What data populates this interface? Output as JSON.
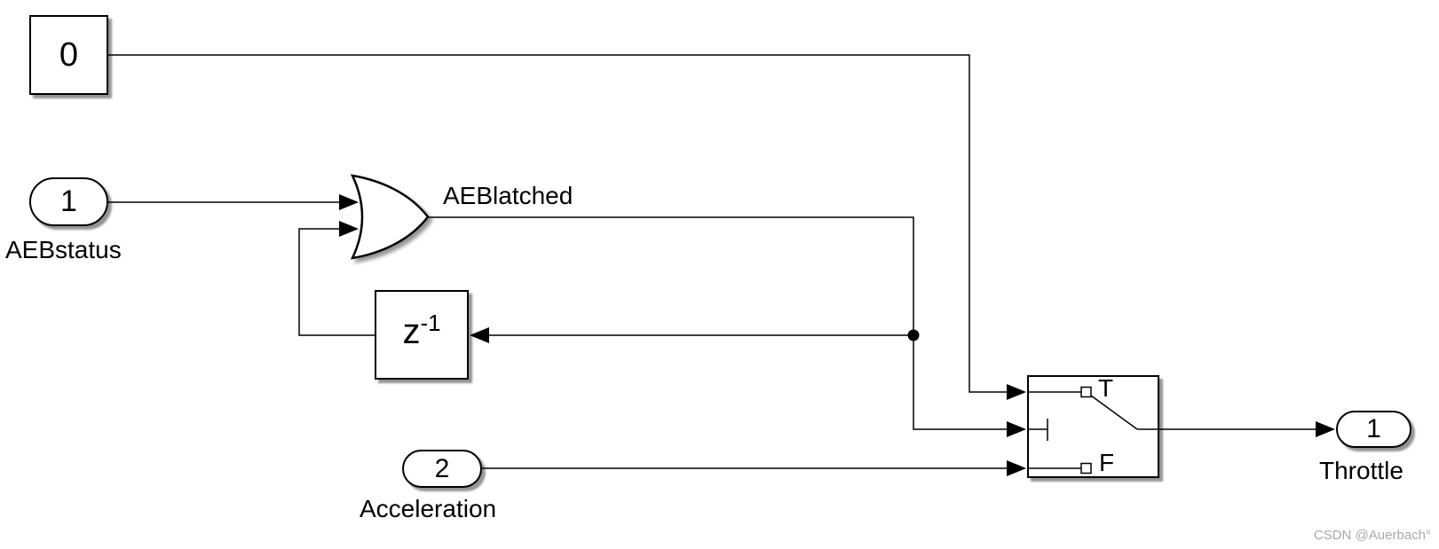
{
  "colors": {
    "background": "#ffffff",
    "stroke": "#000000",
    "block_fill": "#ffffff",
    "watermark": "#a9a9a9"
  },
  "blocks": {
    "constant": {
      "value": "0"
    },
    "inport_aebstatus": {
      "number": "1",
      "label": "AEBstatus"
    },
    "or_gate": {
      "icon": "or-gate-shape"
    },
    "unit_delay": {
      "base": "z",
      "exponent": "-1"
    },
    "inport_acceleration": {
      "number": "2",
      "label": "Acceleration"
    },
    "switch": {
      "true_label": "T",
      "false_label": "F"
    },
    "outport_throttle": {
      "number": "1",
      "label": "Throttle"
    }
  },
  "signals": {
    "aeblatched": "AEBlatched"
  },
  "watermark": "CSDN @Auerbach°"
}
